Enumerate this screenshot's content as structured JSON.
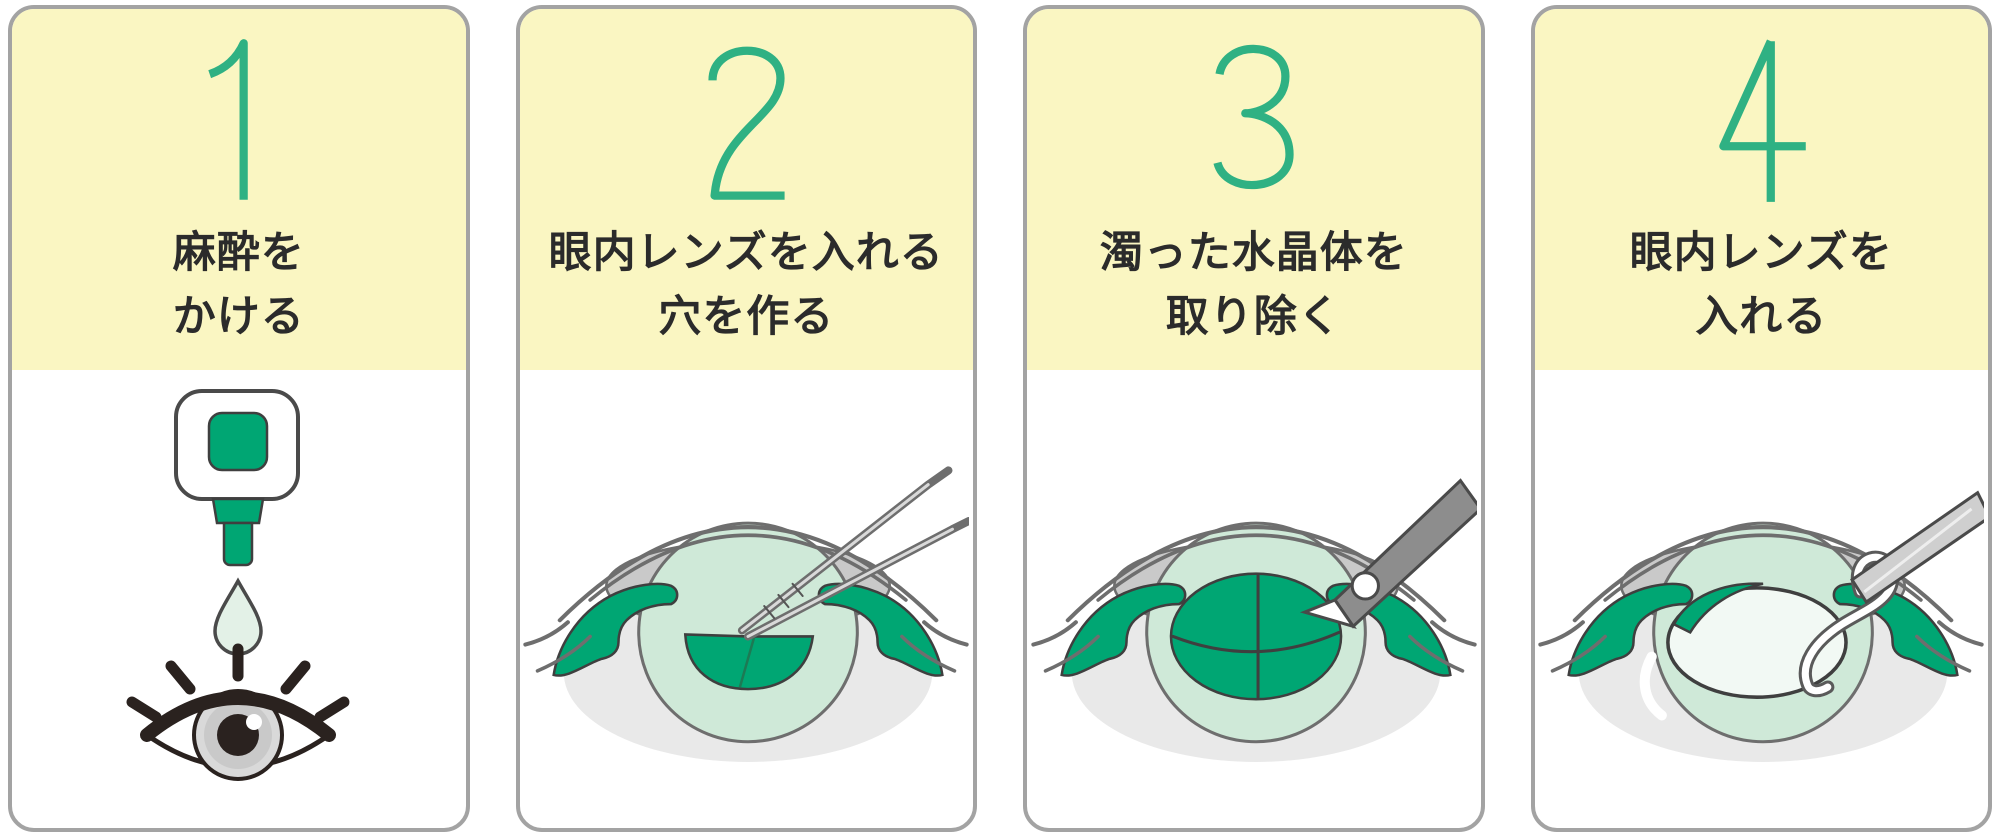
{
  "page": {
    "background": "#ffffff",
    "description_type": "surgical-steps-infographic"
  },
  "colors": {
    "card_border": "#a3a3a3",
    "header_yellow": "#faf6c2",
    "step_number_green": "#2fb183",
    "title_text": "#2b2b2b",
    "emerald": "#00a673",
    "mint": "#cfe9d8",
    "mint_pale": "#f2f9f4",
    "drop_mint": "#e3f1e7",
    "shadow_gray": "#e9e9e9",
    "chamber_gray": "#c9c9c9",
    "outline_dark": "#3f3f3f",
    "outline_gray": "#6e6e6e",
    "eye_dark": "#2a221f",
    "iris_gray": "#d9d9d9",
    "instrument_gray": "#8d8d8d",
    "injector_gray": "#cfcfcf"
  },
  "steps": [
    {
      "number": "1",
      "title_lines": [
        "麻酔を",
        "かける"
      ],
      "illustration": "anesthetic-eye-drops"
    },
    {
      "number": "2",
      "title_lines": [
        "眼内レンズを入れる",
        "穴を作る"
      ],
      "illustration": "capsule-opening-with-forceps"
    },
    {
      "number": "3",
      "title_lines": [
        "濁った水晶体を",
        "取り除く"
      ],
      "illustration": "removal-of-cloudy-lens"
    },
    {
      "number": "4",
      "title_lines": [
        "眼内レンズを",
        "入れる"
      ],
      "illustration": "intraocular-lens-insertion"
    }
  ]
}
